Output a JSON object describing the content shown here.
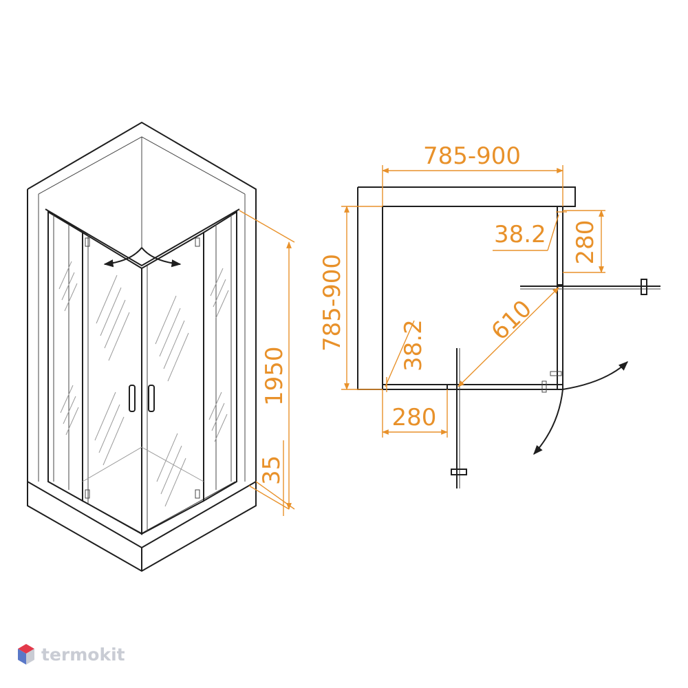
{
  "diagram": {
    "left_view": {
      "dimensions": {
        "height": "1950",
        "tray_height": "35"
      }
    },
    "plan_view": {
      "dimensions": {
        "width": "785-900",
        "depth": "785-900",
        "profile_top": "38.2",
        "profile_left": "38.2",
        "fixed_panel_right": "280",
        "fixed_panel_bottom": "280",
        "door_opening": "610"
      }
    }
  },
  "brand": {
    "name": "termokit",
    "logo_icon": "hexagon-cube-icon",
    "logo_colors": [
      "#e3394a",
      "#5a78c8",
      "#c9ccd4"
    ]
  },
  "colors": {
    "dimension": "#e8912a",
    "outline": "#1e1e1e",
    "glass_hatch": "#b0b0b0"
  }
}
